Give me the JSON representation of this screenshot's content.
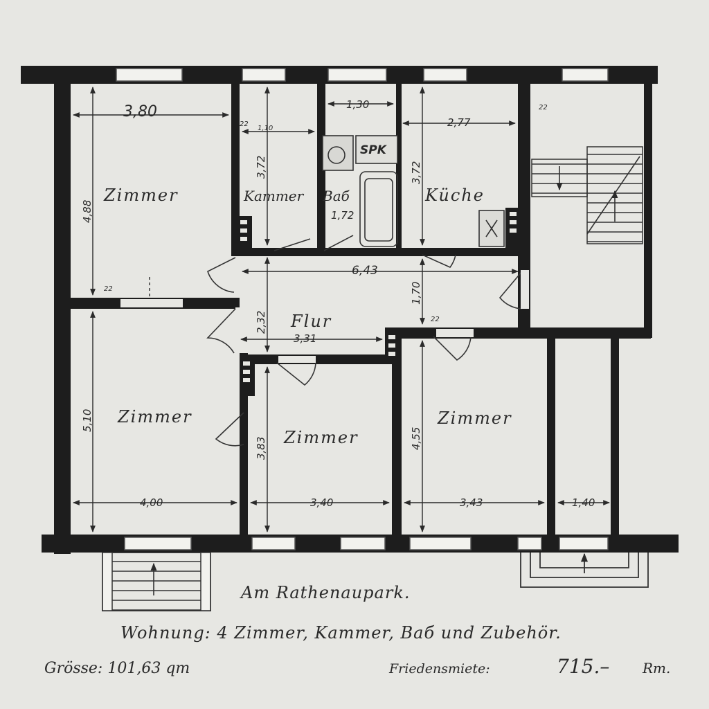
{
  "rooms": {
    "zimmer_top_left": "Zimmer",
    "kammer": "Kammer",
    "bad": "Baб",
    "kueche": "Küche",
    "flur": "Flur",
    "zimmer_mid_left": "Zimmer",
    "zimmer_center": "Zimmer",
    "zimmer_right": "Zimmer",
    "spk_label": "SPK"
  },
  "dimensions": {
    "d_3_80": "3,80",
    "d_4_88": "4,88",
    "d_3_72_kammer": "3,72",
    "d_1_10": "1,10",
    "d_1_30": "1,30",
    "d_2_77": "2,77",
    "d_3_72_kueche": "3,72",
    "d_1_72": "1,72",
    "d_6_43": "6,43",
    "d_1_70": "1,70",
    "d_2_32": "2,32",
    "d_3_31": "3,31",
    "d_5_10": "5,10",
    "d_3_83": "3,83",
    "d_4_55": "4,55",
    "d_4_00": "4,00",
    "d_3_40": "3,40",
    "d_3_43": "3,43",
    "d_1_40": "1,40",
    "d_22_a": "22",
    "d_22_b": "22",
    "d_22_c": "22",
    "d_22_d": "22"
  },
  "caption": {
    "street": "Am Rathenaupark.",
    "apartment": "Wohnung: 4 Zimmer, Kammer, Baб und Zubehör.",
    "size": "Grösse: 101,63 qm",
    "rent_label": "Friedensmiete:",
    "rent_value": "715.–",
    "rent_unit": "Rm."
  }
}
